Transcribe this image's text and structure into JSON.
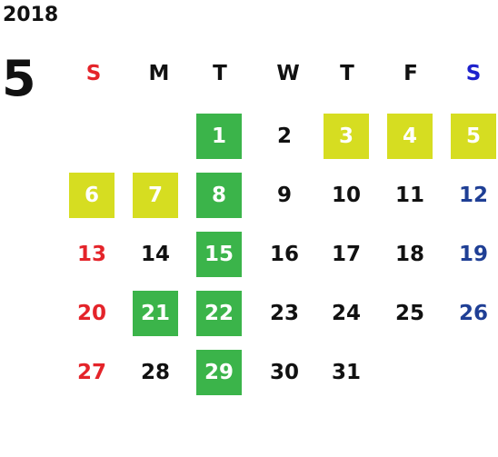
{
  "calendar": {
    "year": "2018",
    "month": "5",
    "weekdays": [
      "S",
      "M",
      "T",
      "W",
      "T",
      "F",
      "S"
    ],
    "first_weekday_index": 2,
    "days_in_month": 31,
    "green_days": [
      1,
      8,
      15,
      21,
      22,
      29
    ],
    "yellow_days": [
      3,
      4,
      5,
      6,
      7
    ],
    "colors": {
      "sunday": "#e4242a",
      "saturday_label": "#1e22cc",
      "saturday_date": "#1f3f95",
      "green_highlight": "#3bb44a",
      "yellow_highlight": "#d6dd21",
      "text": "#111111"
    }
  }
}
